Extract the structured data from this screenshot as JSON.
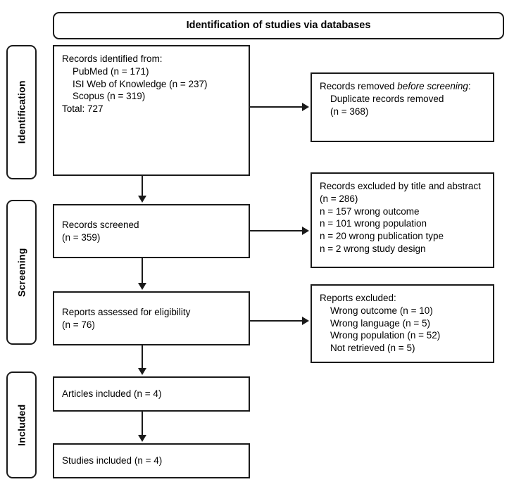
{
  "header": {
    "title": "Identification of studies via databases"
  },
  "stages": [
    {
      "label": "Identification"
    },
    {
      "label": "Screening"
    },
    {
      "label": "Included"
    }
  ],
  "boxes": {
    "records_identified": "Records identified from:\n    PubMed (n = 171)\n    ISI Web of Knowledge (n = 237)\n    Scopus (n = 319)\nTotal: 727",
    "records_removed_line1": "Records removed ",
    "records_removed_italic": "before screening",
    "records_removed_line2": ":\n    Duplicate records removed\n    (n = 368)",
    "records_screened": "Records screened\n(n = 359)",
    "records_excluded": "Records excluded by title and abstract (n = 286)\nn = 157 wrong outcome\nn = 101 wrong population\nn = 20 wrong publication type\nn = 2 wrong study design",
    "reports_assessed": "Reports assessed for eligibility\n(n = 76)",
    "reports_excluded": "Reports excluded:\n    Wrong outcome (n = 10)\n    Wrong language (n = 5)\n    Wrong population (n = 52)\n    Not retrieved (n = 5)",
    "articles_included": "Articles included (n = 4)",
    "studies_included": "Studies included (n = 4)"
  },
  "colors": {
    "stroke": "#1a1a1a",
    "background": "#ffffff",
    "text": "#000000"
  }
}
